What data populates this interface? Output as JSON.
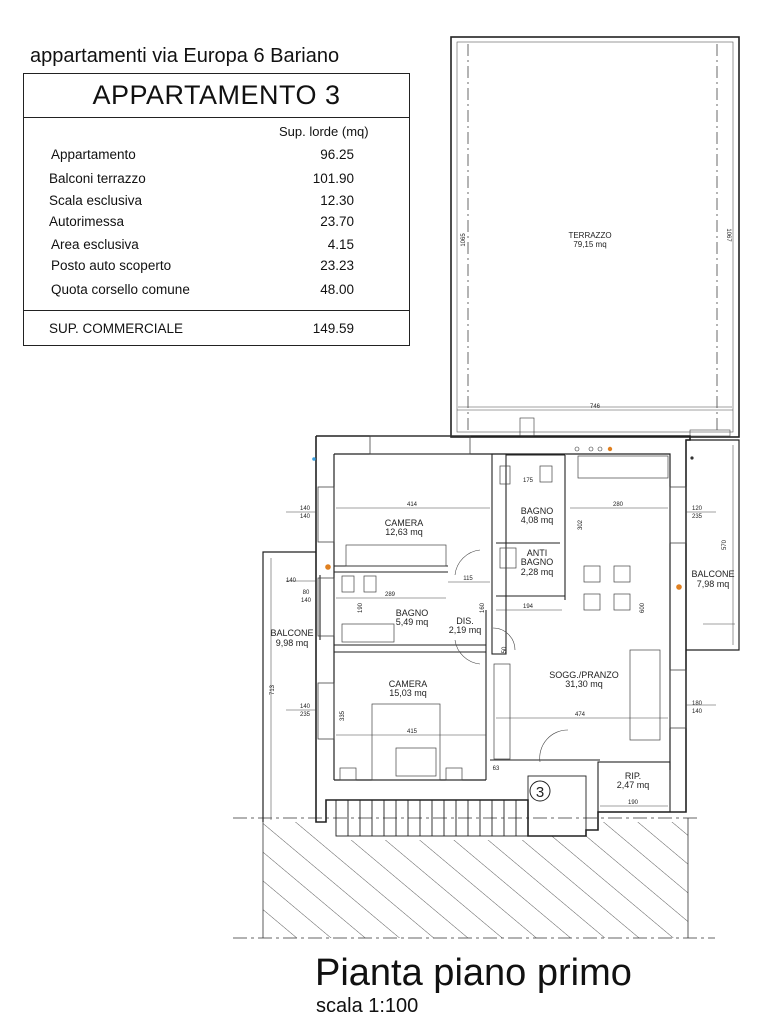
{
  "header": {
    "title": "appartamenti via Europa 6 Bariano"
  },
  "summary": {
    "apartment_name": "APPARTAMENTO 3",
    "column_header": "Sup. lorde (mq)",
    "rows": [
      {
        "label": "Appartamento",
        "value": "96.25"
      },
      {
        "label": "Balconi terrazzo",
        "value": "101.90"
      },
      {
        "label": "Scala esclusiva",
        "value": "12.30"
      },
      {
        "label": "Autorimessa",
        "value": "23.70"
      },
      {
        "label": "Area esclusiva",
        "value": "4.15"
      },
      {
        "label": "Posto auto scoperto",
        "value": "23.23"
      },
      {
        "label": "Quota corsello comune",
        "value": "48.00"
      }
    ],
    "total": {
      "label": "SUP. COMMERCIALE",
      "value": "149.59"
    }
  },
  "plan": {
    "rooms": {
      "terrazzo": {
        "name": "TERRAZZO",
        "area": "79,15 mq"
      },
      "camera1": {
        "name": "CAMERA",
        "area": "12,63 mq"
      },
      "bagno1": {
        "name": "BAGNO",
        "area": "4,08 mq"
      },
      "antibagno": {
        "name1": "ANTI",
        "name2": "BAGNO",
        "area": "2,28 mq"
      },
      "bagno2": {
        "name": "BAGNO",
        "area": "5,49 mq"
      },
      "dis": {
        "name": "DIS.",
        "area": "2,19 mq"
      },
      "balcone_left": {
        "name": "BALCONE",
        "area": "9,98 mq"
      },
      "balcone_right": {
        "name": "BALCONE",
        "area": "7,98 mq"
      },
      "camera2": {
        "name": "CAMERA",
        "area": "15,03 mq"
      },
      "soggiorno": {
        "name": "SOGG./PRANZO",
        "area": "31,30 mq"
      },
      "rip": {
        "name": "RIP.",
        "area": "2,47 mq"
      }
    },
    "dimensions": {
      "d746": "746",
      "d1065": "1065",
      "d1067": "1067",
      "d414": "414",
      "d415": "415",
      "d474": "474",
      "d280": "280",
      "d194": "194",
      "d175": "175",
      "d190": "190",
      "d289": "289",
      "d115": "115",
      "d713": "713",
      "d570": "570",
      "d140_a": "140",
      "d140_b": "140",
      "d140_c": "140",
      "d140_d": "140",
      "d140_e": "140",
      "d140_f": "140",
      "d235_a": "235",
      "d235_b": "235",
      "d120": "120",
      "d180": "180",
      "d80": "80",
      "d63": "63",
      "d600": "600",
      "d302": "302",
      "d335": "335",
      "d190v": "190",
      "d160": "160",
      "d50": "50"
    },
    "stair_marker": "3"
  },
  "caption": {
    "title": "Pianta piano primo",
    "scale": "scala 1:100"
  }
}
